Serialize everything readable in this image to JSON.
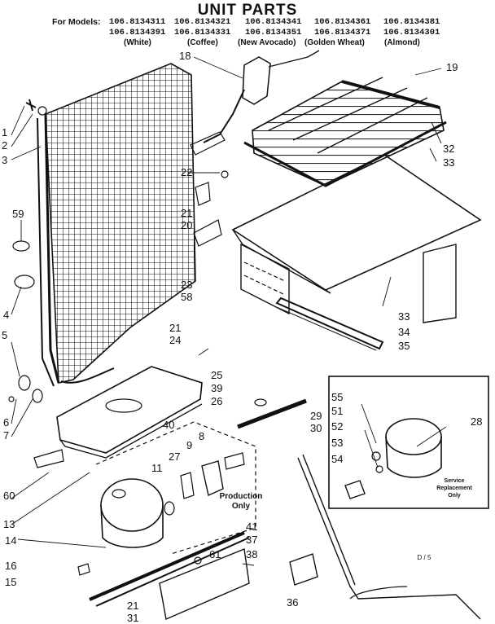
{
  "header": {
    "title": "UNIT PARTS",
    "models_prefix": "For Models:",
    "models_row1": [
      "106.8134311",
      "106.8134321",
      "106.8134341",
      "106.8134361",
      "106.8134381"
    ],
    "models_row2": [
      "106.8134391",
      "106.8134331",
      "106.8134351",
      "106.8134371",
      "106.8134301"
    ],
    "finishes": [
      "(White)",
      "(Coffee)",
      "(New Avocado)",
      "(Golden Wheat)",
      "(Almond)"
    ]
  },
  "callouts": [
    "1",
    "2",
    "3",
    "59",
    "4",
    "5",
    "6",
    "7",
    "60",
    "13",
    "14",
    "16",
    "15",
    "18",
    "19",
    "32",
    "33",
    "22",
    "21",
    "20",
    "23",
    "58",
    "21",
    "24",
    "25",
    "39",
    "26",
    "40",
    "8",
    "9",
    "27",
    "11",
    "29",
    "30",
    "33",
    "34",
    "35",
    "41",
    "37",
    "38",
    "61",
    "36",
    "21",
    "31",
    "55",
    "51",
    "52",
    "53",
    "54",
    "28"
  ],
  "notes": {
    "production": "Production\nOnly",
    "service": "Service\nReplacement\nOnly",
    "page_ref": "D / 5"
  }
}
